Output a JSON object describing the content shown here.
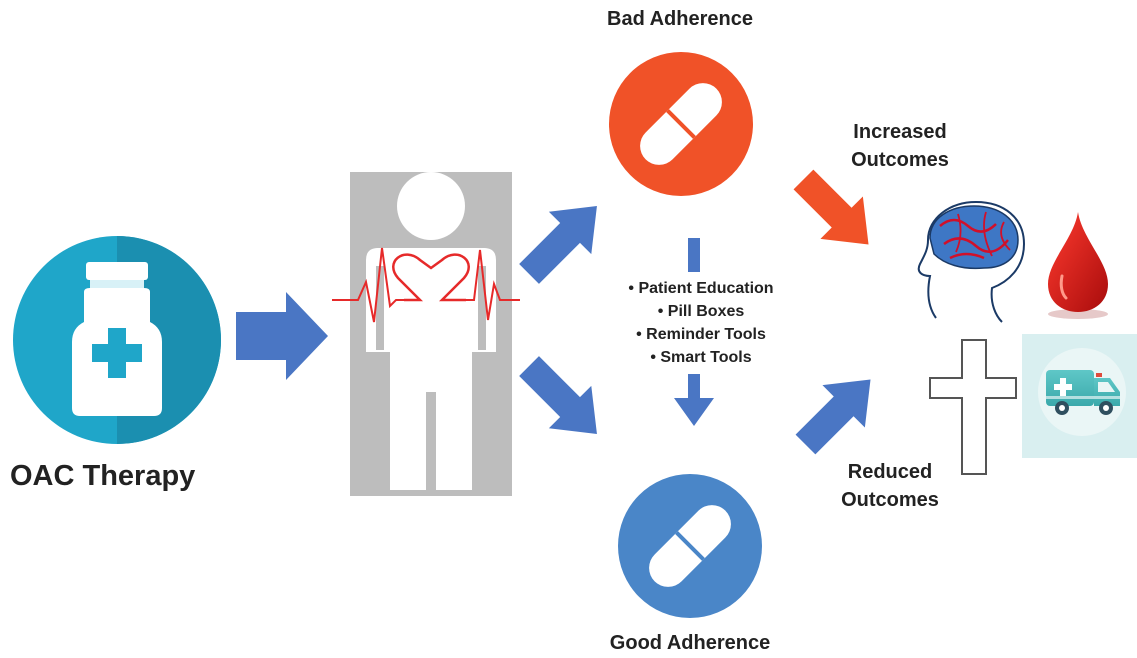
{
  "therapy": {
    "label": "OAC Therapy",
    "icon": "medicine-bottle-icon"
  },
  "patient": {
    "icon": "patient-heartbeat-icon"
  },
  "bad_adherence": {
    "label": "Bad Adherence",
    "icon": "pill-capsule-icon",
    "color": "#f05228"
  },
  "good_adherence": {
    "label": "Good Adherence",
    "icon": "pill-capsule-icon",
    "color": "#4a86c8"
  },
  "interventions": [
    "Patient Education",
    "Pill Boxes",
    "Reminder Tools",
    "Smart Tools"
  ],
  "increased_outcomes": {
    "line1": "Increased",
    "line2": "Outcomes",
    "icons": [
      "brain-stroke-icon",
      "blood-drop-icon"
    ]
  },
  "reduced_outcomes": {
    "line1": "Reduced",
    "line2": "Outcomes",
    "icons": [
      "cross-death-icon",
      "ambulance-icon"
    ]
  },
  "colors": {
    "teal": "#1fa6c9",
    "teal_dark": "#1b8fb0",
    "blue_arrow": "#4a76c4",
    "orange": "#f05228",
    "gray": "#bdbdbd",
    "heart_red": "#e62a2a"
  }
}
